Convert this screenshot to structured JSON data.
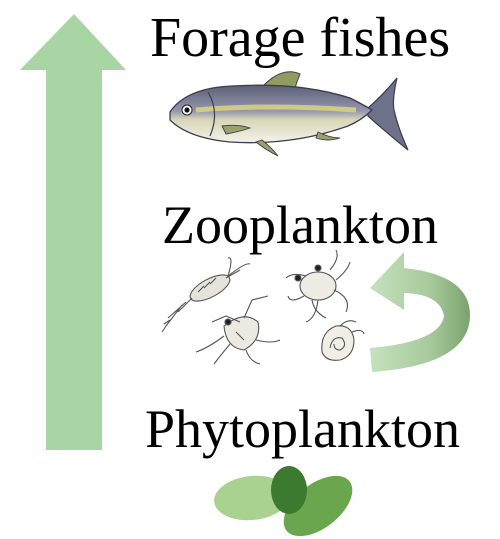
{
  "levels": {
    "top": "Forage fishes",
    "middle": "Zooplankton",
    "bottom": "Phytoplankton"
  },
  "colors": {
    "up_arrow": "#a8d5a3",
    "cycle_arrow_light": "#c5e2bd",
    "cycle_arrow_dark": "#7aa36f",
    "phyto_light": "#a9d190",
    "phyto_dark": "#3c7a30",
    "phyto_mid": "#6aa64d"
  },
  "icons": {
    "fish": "forage-fish-icon",
    "copepod": "copepod-icon",
    "crab_larva": "crab-larva-icon",
    "zoea": "zoea-larva-icon",
    "snail_larva": "snail-larva-icon",
    "phyto": "phytoplankton-cells-icon"
  }
}
